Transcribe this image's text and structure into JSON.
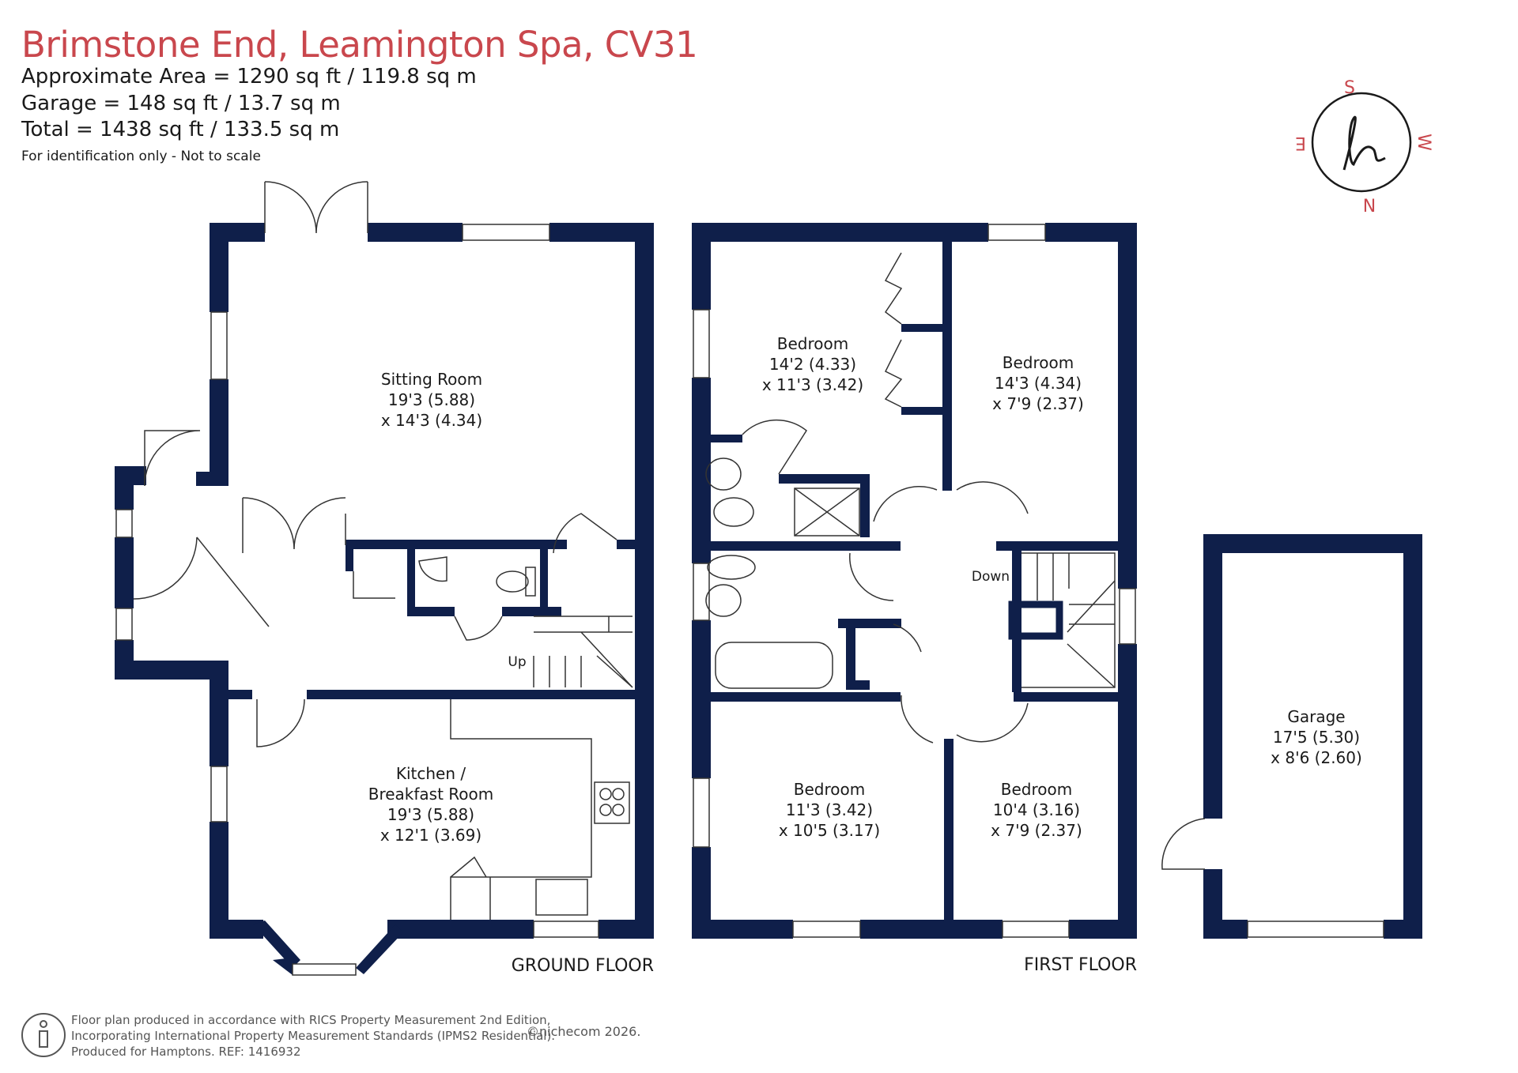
{
  "header": {
    "title": "Brimstone End, Leamington Spa, CV31",
    "area": "Approximate Area = 1290 sq ft / 119.8 sq m",
    "garage": "Garage = 148 sq ft / 13.7 sq m",
    "total": "Total = 1438 sq ft / 133.5 sq m",
    "note": "For identification only - Not to scale"
  },
  "compass": {
    "s": "S",
    "w": "W",
    "n": "N",
    "e": "E",
    "logo": "h"
  },
  "ground_floor": {
    "label": "GROUND FLOOR",
    "sitting_room": {
      "name": "Sitting Room",
      "dim1": "19'3 (5.88)",
      "dim2": "x 14'3 (4.34)"
    },
    "kitchen": {
      "name1": "Kitchen /",
      "name2": "Breakfast Room",
      "dim1": "19'3 (5.88)",
      "dim2": "x 12'1 (3.69)"
    },
    "stairs": "Up"
  },
  "first_floor": {
    "label": "FIRST FLOOR",
    "bedroom_1": {
      "name": "Bedroom",
      "dim1": "14'2 (4.33)",
      "dim2": "x 11'3 (3.42)"
    },
    "bedroom_2": {
      "name": "Bedroom",
      "dim1": "14'3 (4.34)",
      "dim2": "x 7'9 (2.37)"
    },
    "bedroom_3": {
      "name": "Bedroom",
      "dim1": "11'3 (3.42)",
      "dim2": "x 10'5 (3.17)"
    },
    "bedroom_4": {
      "name": "Bedroom",
      "dim1": "10'4 (3.16)",
      "dim2": "x 7'9 (2.37)"
    },
    "stairs": "Down"
  },
  "garage_room": {
    "name": "Garage",
    "dim1": "17'5 (5.30)",
    "dim2": "x 8'6 (2.60)"
  },
  "footer": {
    "line1": "Floor plan produced in accordance with RICS Property Measurement 2nd Edition,",
    "line2": "Incorporating International Property Measurement Standards (IPMS2 Residential).",
    "line3": "Produced for Hamptons.   REF:  1416932",
    "copyright": "©nichecom 2026."
  },
  "colors": {
    "wall": "#0f1f4a",
    "title": "#c9474d",
    "fixture": "#333333"
  }
}
